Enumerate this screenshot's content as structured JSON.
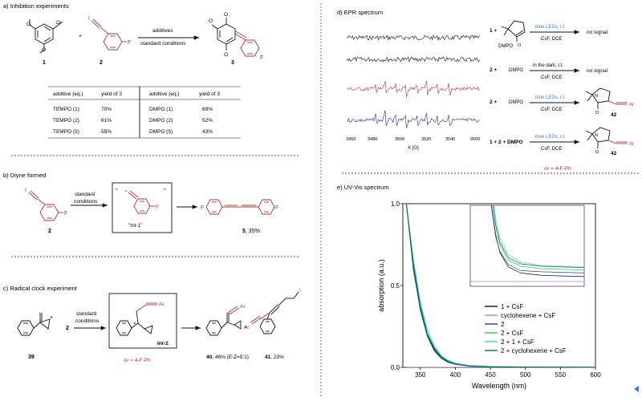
{
  "colors": {
    "red": "#b0362f",
    "blue": "#3a7fd0",
    "black": "#111111",
    "dashed": "#555555",
    "ar_note": "#b0362f"
  },
  "panel_a": {
    "title": "a) Inhibition experiments",
    "reagent_1": "1",
    "reagent_2": "2",
    "product": "3",
    "plus": "+",
    "arrow_top": "additives",
    "arrow_bottom": "standard conditions",
    "F": "F",
    "I": "I",
    "table": {
      "headers": [
        "additive (eq.)",
        "yield of 3",
        "additive (eq.)",
        "yield of 3"
      ],
      "rows": [
        [
          "TEMPO (1)",
          "70%",
          "DMPO (1)",
          "69%"
        ],
        [
          "TEMPO (2)",
          "61%",
          "DMPO (2)",
          "52%"
        ],
        [
          "TEMPO (5)",
          "55%",
          "DMPO (5)",
          "43%"
        ]
      ]
    }
  },
  "panel_b": {
    "title": "b) Diyne formed",
    "reagent": "2",
    "arrow_top": "standard",
    "arrow_bottom": "conditions",
    "intermediate": "\"Int-1\"",
    "product": "5",
    "yield": ", 35%"
  },
  "panel_c": {
    "title": "c) Radical clock experiment",
    "reagent": "39",
    "reagent_2": "2",
    "arrow_top": "standard",
    "arrow_bottom": "conditions",
    "intermediate": "Int-2",
    "ar_note": "Ar = 4-F-Ph",
    "product_40": "40",
    "product_40_yield": ", 46% (E:Z=5:1)",
    "product_41": "41",
    "product_41_yield": ", 23%",
    "Ar": "Ar"
  },
  "panel_d": {
    "title": "d) EPR spectrum",
    "x_ticks": [
      "3460",
      "3480",
      "3500",
      "3520",
      "3540",
      "3560"
    ],
    "x_label": "X [G]",
    "rows": [
      {
        "reactants": "1 +",
        "mid": "DMPO",
        "cond_top": "blue LEDs, r.t.",
        "cond_bottom": "CsF, DCE",
        "result": "no signal"
      },
      {
        "reactants": "2 +",
        "mid": "DMPO",
        "cond_top": "in the dark, r.t.",
        "cond_bottom": "CsF, DCE",
        "result": "no signal"
      },
      {
        "reactants": "2 +",
        "mid": "DMPO",
        "cond_top": "blue LEDs, r.t.",
        "cond_bottom": "CsF, DCE",
        "result": "42"
      },
      {
        "reactants": "1 + 2 + DMPO",
        "mid": "",
        "cond_top": "blue LEDs, r.t.",
        "cond_bottom": "CsF, DCE",
        "result": "42"
      }
    ],
    "ar_note": "Ar = 4-F-Ph"
  },
  "panel_e": {
    "title": "e) UV-Vis spectrum"
  },
  "chart_data": {
    "type": "line",
    "xlabel": "Wavelength (nm)",
    "ylabel": "absorption (a.u.)",
    "xlim": [
      325,
      600
    ],
    "ylim": [
      0,
      1.0
    ],
    "x_ticks": [
      350,
      400,
      450,
      500,
      550,
      600
    ],
    "y_ticks": [
      "0.0",
      "0.5",
      "1.0"
    ],
    "series": [
      {
        "name": "1 + CsF",
        "color": "#111111",
        "x": [
          330,
          340,
          350,
          360,
          370,
          380,
          390,
          400,
          420,
          450,
          500,
          600
        ],
        "y": [
          1.0,
          0.62,
          0.36,
          0.2,
          0.11,
          0.06,
          0.035,
          0.02,
          0.008,
          0.003,
          0.001,
          0.0
        ]
      },
      {
        "name": "cyclohexene + CsF",
        "color": "#d070d8",
        "x": [
          330,
          400,
          500,
          600
        ],
        "y": [
          0.0,
          0.0,
          0.0,
          0.0
        ]
      },
      {
        "name": "2",
        "color": "#1f3fb0",
        "x": [
          330,
          340,
          350,
          360,
          370,
          380,
          390,
          400,
          420,
          450,
          500,
          600
        ],
        "y": [
          1.0,
          0.6,
          0.35,
          0.19,
          0.1,
          0.055,
          0.03,
          0.018,
          0.007,
          0.002,
          0.001,
          0.0
        ]
      },
      {
        "name": "2 + CsF",
        "color": "#2ec85a",
        "x": [
          330,
          340,
          350,
          360,
          370,
          380,
          390,
          400,
          420,
          450,
          500,
          600
        ],
        "y": [
          1.0,
          0.64,
          0.38,
          0.21,
          0.12,
          0.065,
          0.038,
          0.022,
          0.009,
          0.004,
          0.002,
          0.001
        ]
      },
      {
        "name": "2 + 1 + CsF",
        "color": "#40d8d8",
        "x": [
          330,
          340,
          350,
          360,
          370,
          380,
          390,
          400,
          420,
          450,
          500,
          600
        ],
        "y": [
          1.0,
          0.66,
          0.4,
          0.23,
          0.13,
          0.072,
          0.042,
          0.026,
          0.012,
          0.006,
          0.003,
          0.002
        ]
      },
      {
        "name": "2 + cyclohexene + CsF",
        "color": "#1e6e2a",
        "x": [
          330,
          340,
          350,
          360,
          370,
          380,
          390,
          400,
          420,
          450,
          500,
          600
        ],
        "y": [
          1.0,
          0.63,
          0.37,
          0.2,
          0.115,
          0.062,
          0.036,
          0.021,
          0.008,
          0.003,
          0.001,
          0.0
        ]
      }
    ]
  }
}
